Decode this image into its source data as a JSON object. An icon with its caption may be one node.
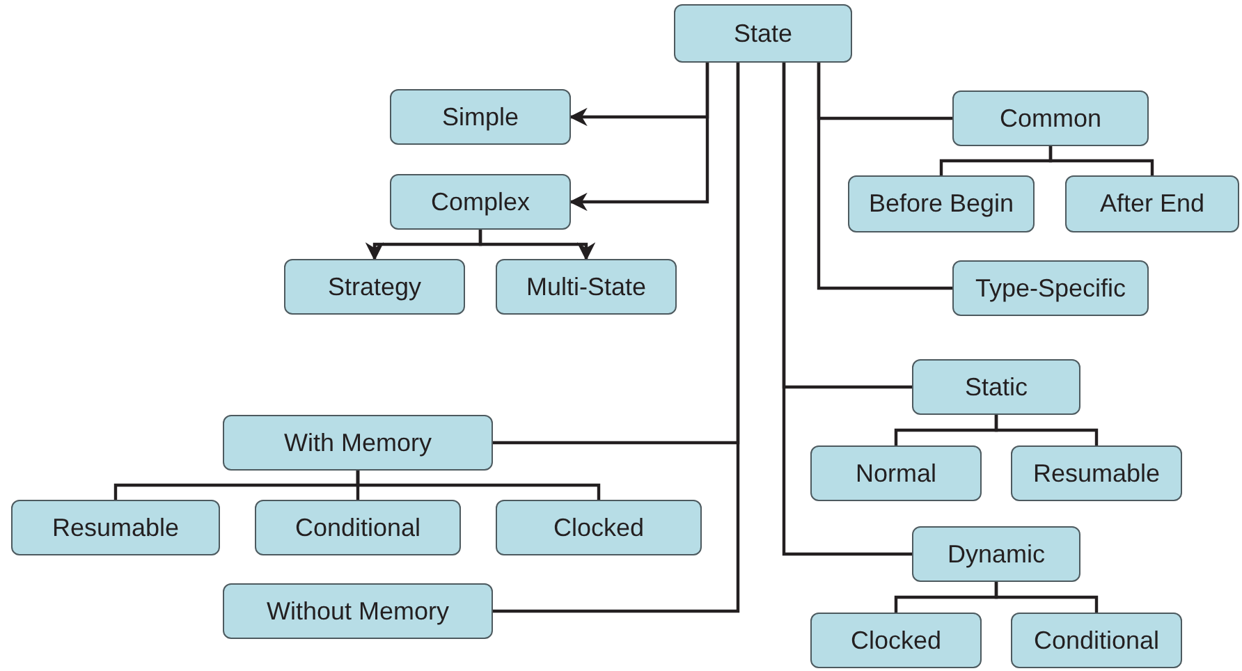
{
  "diagram": {
    "nodes": [
      {
        "text": [
          "State"
        ]
      },
      {
        "text": [
          "Simple"
        ]
      },
      {
        "text": [
          "Complex"
        ]
      },
      {
        "text": [
          "Strategy"
        ]
      },
      {
        "text": [
          "Multi-State"
        ]
      },
      {
        "text": [
          "Common"
        ]
      },
      {
        "text": [
          "Before Begin"
        ]
      },
      {
        "text": [
          "After End"
        ]
      },
      {
        "text": [
          "Type-Specific"
        ]
      },
      {
        "text": [
          "With Memory"
        ]
      },
      {
        "text": [
          "Resumable"
        ]
      },
      {
        "text": [
          "Conditional"
        ]
      },
      {
        "text": [
          "Clocked"
        ]
      },
      {
        "text": [
          "Without Memory"
        ]
      },
      {
        "text": [
          "Static"
        ]
      },
      {
        "text": [
          "Normal"
        ]
      },
      {
        "text": [
          "Resumable"
        ]
      },
      {
        "text": [
          "Dynamic"
        ]
      },
      {
        "text": [
          "Clocked"
        ]
      },
      {
        "text": [
          "Conditional"
        ]
      }
    ],
    "edges": [
      {
        "from": 0,
        "to": 1,
        "arrow": "to"
      },
      {
        "from": 0,
        "to": 2,
        "arrow": "to"
      },
      {
        "from": 2,
        "to": 3,
        "arrow": "to"
      },
      {
        "from": 2,
        "to": 4,
        "arrow": "to"
      },
      {
        "from": 0,
        "to": 5,
        "arrow": "none"
      },
      {
        "from": 5,
        "to": 6,
        "arrow": "none"
      },
      {
        "from": 5,
        "to": 7,
        "arrow": "none"
      },
      {
        "from": 0,
        "to": 8,
        "arrow": "none"
      },
      {
        "from": 0,
        "to": 9,
        "arrow": "none"
      },
      {
        "from": 9,
        "to": 10,
        "arrow": "none"
      },
      {
        "from": 9,
        "to": 11,
        "arrow": "none"
      },
      {
        "from": 9,
        "to": 12,
        "arrow": "none"
      },
      {
        "from": 0,
        "to": 13,
        "arrow": "none"
      },
      {
        "from": 0,
        "to": 14,
        "arrow": "none"
      },
      {
        "from": 14,
        "to": 15,
        "arrow": "none"
      },
      {
        "from": 14,
        "to": 16,
        "arrow": "none"
      },
      {
        "from": 0,
        "to": 17,
        "arrow": "none"
      },
      {
        "from": 17,
        "to": 18,
        "arrow": "none"
      },
      {
        "from": 17,
        "to": 19,
        "arrow": "none"
      }
    ]
  }
}
